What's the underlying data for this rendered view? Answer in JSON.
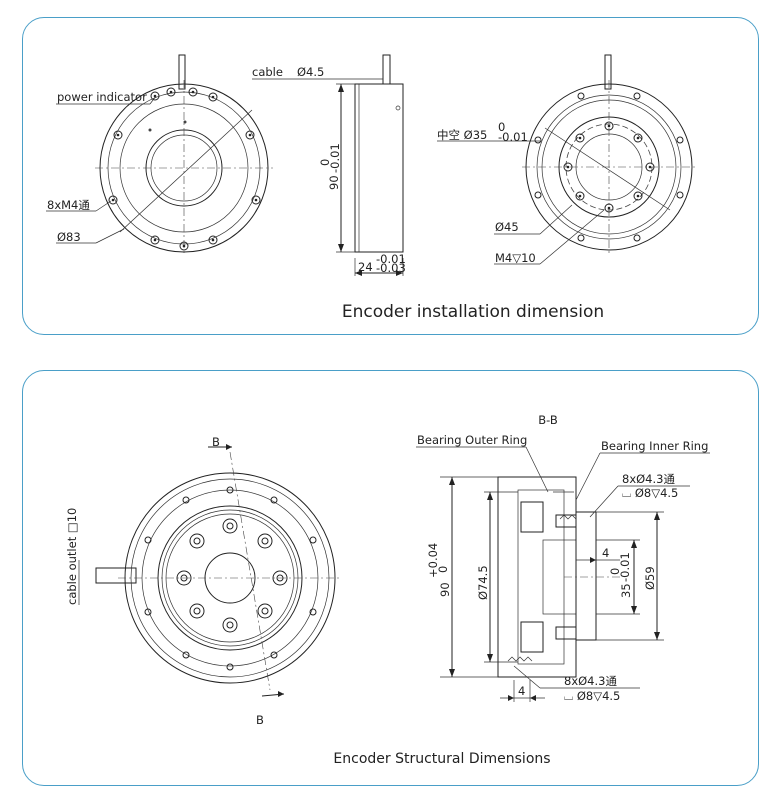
{
  "installation": {
    "title": "Encoder installation dimension",
    "front_view": {
      "power_indicator": "power indicator",
      "thread_holes": "8xM4通",
      "outer_diameter": "Ø83"
    },
    "side_view": {
      "cable": "cable",
      "cable_diameter": "Ø4.5",
      "height_value": "90",
      "height_tol_upper": "0",
      "height_tol_lower": "-0.01",
      "width_value": "24",
      "width_tol_upper": "-0.01",
      "width_tol_lower": "-0.03"
    },
    "rear_view": {
      "hollow_label": "中空 Ø35",
      "hollow_tol_upper": "0",
      "hollow_tol_lower": "-0.01",
      "pcd": "Ø45",
      "thread_depth": "M4▽10"
    }
  },
  "structural": {
    "title": "Encoder Structural Dimensions",
    "front_view": {
      "section_mark_top": "B",
      "section_mark_bottom": "B",
      "cable_outlet": "cable outlet □10"
    },
    "section_view": {
      "section_title": "B-B",
      "outer_ring": "Bearing Outer Ring",
      "inner_ring": "Bearing Inner Ring",
      "hole_top_1": "8xØ4.3通",
      "hole_top_2": "⌴ Ø8▽4.5",
      "hole_bottom_1": "8xØ4.3通",
      "hole_bottom_2": "⌴ Ø8▽4.5",
      "dim_90": "90",
      "dim_90_tol_upper": "+0.04",
      "dim_90_tol_lower": "0",
      "dim_74_5": "Ø74.5",
      "dim_4_top": "4",
      "dim_35": "35",
      "dim_35_tol_upper": "0",
      "dim_35_tol_lower": "-0.01",
      "dim_59": "Ø59",
      "dim_4_bottom": "4"
    }
  }
}
